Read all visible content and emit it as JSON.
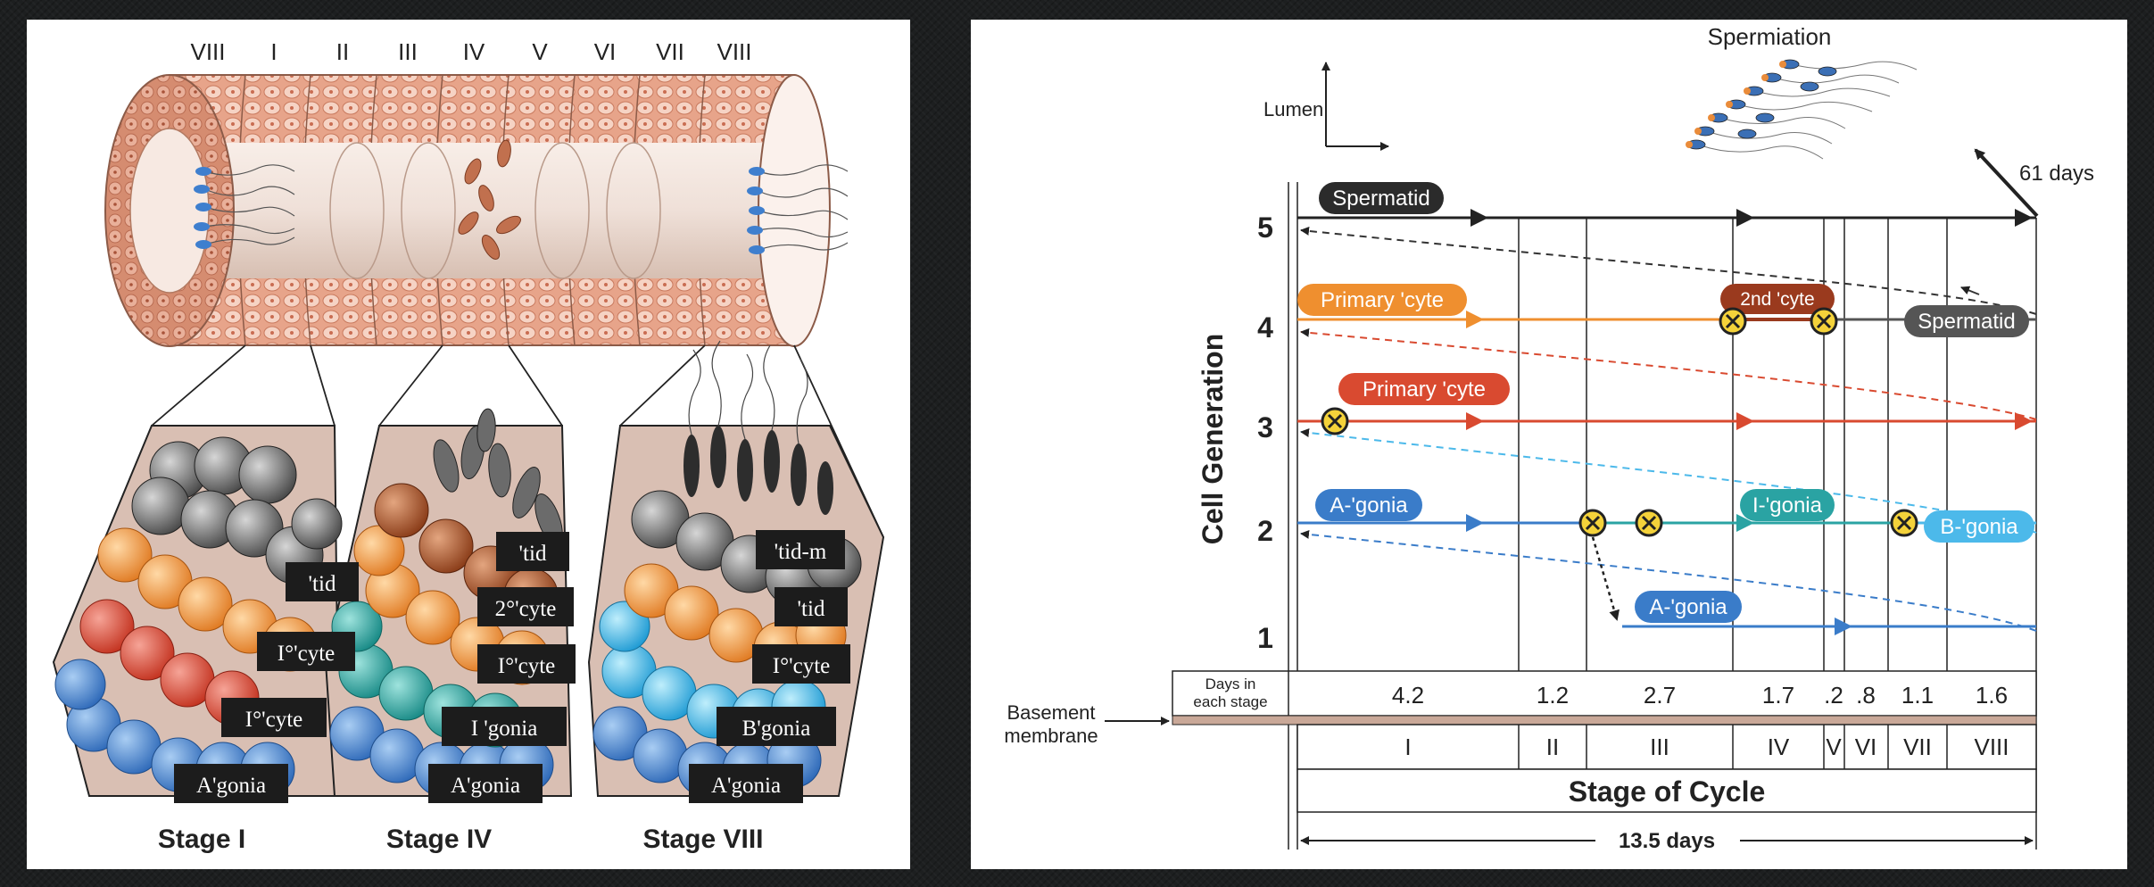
{
  "left": {
    "top_stage_labels": [
      "VIII",
      "I",
      "II",
      "III",
      "IV",
      "V",
      "VI",
      "VII",
      "VIII"
    ],
    "panels": [
      {
        "title": "Stage I",
        "labels": [
          "'tid",
          "I°'cyte",
          "I°'cyte",
          "A'gonia"
        ]
      },
      {
        "title": "Stage IV",
        "labels": [
          "'tid",
          "2°'cyte",
          "I°'cyte",
          "I 'gonia",
          "A'gonia"
        ]
      },
      {
        "title": "Stage VIII",
        "labels": [
          "'tid-m",
          "'tid",
          "I°'cyte",
          "B'gonia",
          "A'gonia"
        ]
      }
    ],
    "colors": {
      "tubule": "#d98b6c",
      "spermatogonia_a": "#3f7fce",
      "spermatogonia_b": "#42b4e6",
      "intermediate": "#2aa5a0",
      "primary_cyte_orange": "#ef8f2f",
      "primary_cyte_red": "#d9442c",
      "secondary_cyte": "#9a4a24",
      "spermatid": "#5d5d5d"
    }
  },
  "right": {
    "spermiation_label": "Spermiation",
    "lumen_label": "Lumen",
    "days_61_label": "61 days",
    "y_axis_title": "Cell Generation",
    "generations": [
      "5",
      "4",
      "3",
      "2",
      "1"
    ],
    "row_labels": {
      "spermatid_top": "Spermatid",
      "primary_cyte_4": "Primary 'cyte",
      "second_cyte": "2nd 'cyte",
      "spermatid_4": "Spermatid",
      "primary_cyte_3": "Primary 'cyte",
      "a_gonia_2": "A-'gonia",
      "i_gonia": "I-'gonia",
      "b_gonia": "B-'gonia",
      "a_gonia_1": "A-'gonia"
    },
    "days_header": [
      "Days in",
      "each stage"
    ],
    "days": [
      "4.2",
      "1.2",
      "2.7",
      "1.7",
      ".2",
      ".8",
      "1.1",
      "1.6"
    ],
    "stages": [
      "I",
      "II",
      "III",
      "IV",
      "V",
      "VI",
      "VII",
      "VIII"
    ],
    "basement_label": [
      "Basement",
      "membrane"
    ],
    "x_axis_title": "Stage of Cycle",
    "cycle_length": "13.5 days",
    "colors": {
      "spermatid": "#2b2b2b",
      "primary_orange": "#ef8f2f",
      "second_cyte": "#9a3a1e",
      "primary_red": "#d94a30",
      "a_gonia": "#3a7cc9",
      "i_gonia": "#2aa3a3",
      "b_gonia": "#4cb9ea",
      "marker_fill": "#f4d23a"
    }
  }
}
